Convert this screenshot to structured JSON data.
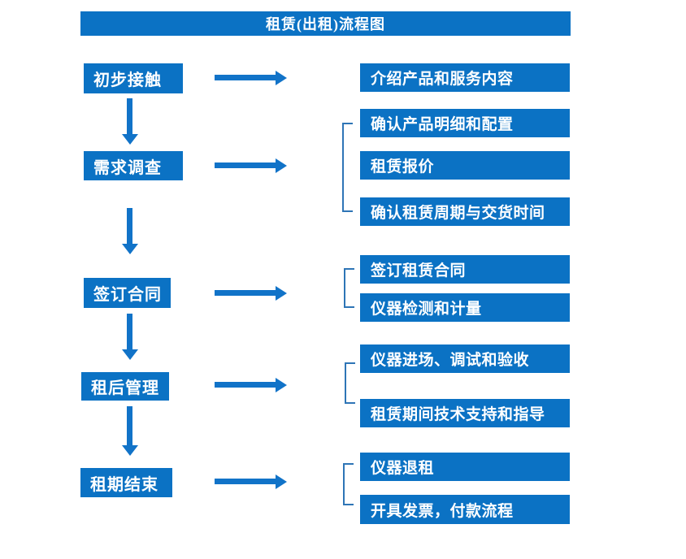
{
  "title": "租赁(出租)流程图",
  "colors": {
    "box_blue": "#0b72c4",
    "arrow_blue": "#1173c8",
    "bracket_blue": "#2e75b6",
    "text_white": "#ffffff"
  },
  "flow": {
    "rows": [
      {
        "stage": "初步接触",
        "details": [
          "介绍产品和服务内容"
        ]
      },
      {
        "stage": "需求调查",
        "details": [
          "确认产品明细和配置",
          "租赁报价",
          "确认租赁周期与交货时间"
        ]
      },
      {
        "stage": "签订合同",
        "details": [
          "签订租赁合同",
          "仪器检测和计量"
        ]
      },
      {
        "stage": "租后管理",
        "details": [
          "仪器进场、调试和验收",
          "租赁期间技术支持和指导"
        ]
      },
      {
        "stage": "租期结束",
        "details": [
          "仪器退租",
          "开具发票，付款流程"
        ]
      }
    ]
  }
}
